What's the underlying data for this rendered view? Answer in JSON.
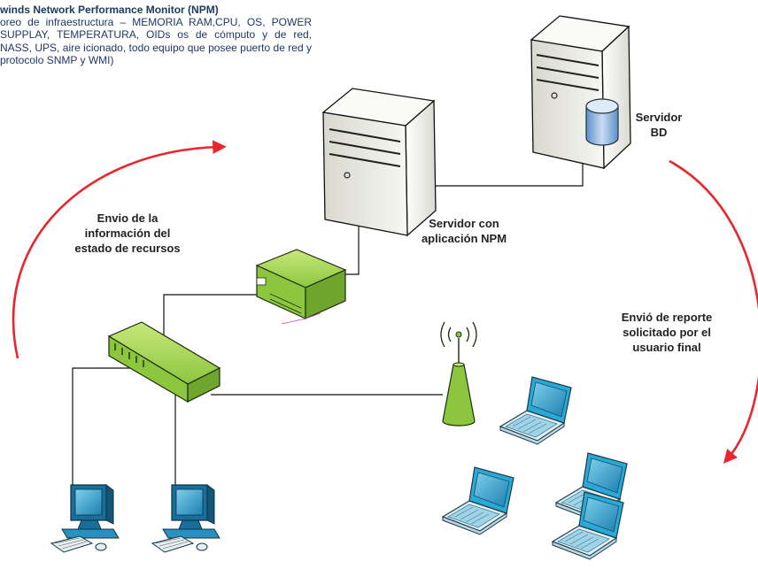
{
  "description": {
    "title": "winds Network Performance Monitor (NPM)",
    "text": "oreo de infraestructura – MEMORIA RAM,CPU, OS, POWER SUPPLAY, TEMPERATURA, OIDs os de cómputo y de red, NASS, UPS, aire icionado, todo equipo que posee puerto de red y protocolo SNMP y WMI)"
  },
  "labels": {
    "db_server": "Servidor\nBD",
    "app_server": "Servidor con\naplicación  NPM",
    "send_info": "Envio de la\ninformación del\nestado de recursos",
    "send_report": "Envió de reporte\nsolicitado por el\nusuario final"
  },
  "colors": {
    "arrow": "#e8262c",
    "device_green": "#8cc63f",
    "laptop_blue": "#2aa9d6",
    "server_body": "#f2f2ed"
  },
  "icons": [
    "server-icon",
    "database-icon",
    "router-icon",
    "switch-icon",
    "wireless-ap-icon",
    "laptop-icon",
    "desktop-pc-icon"
  ]
}
